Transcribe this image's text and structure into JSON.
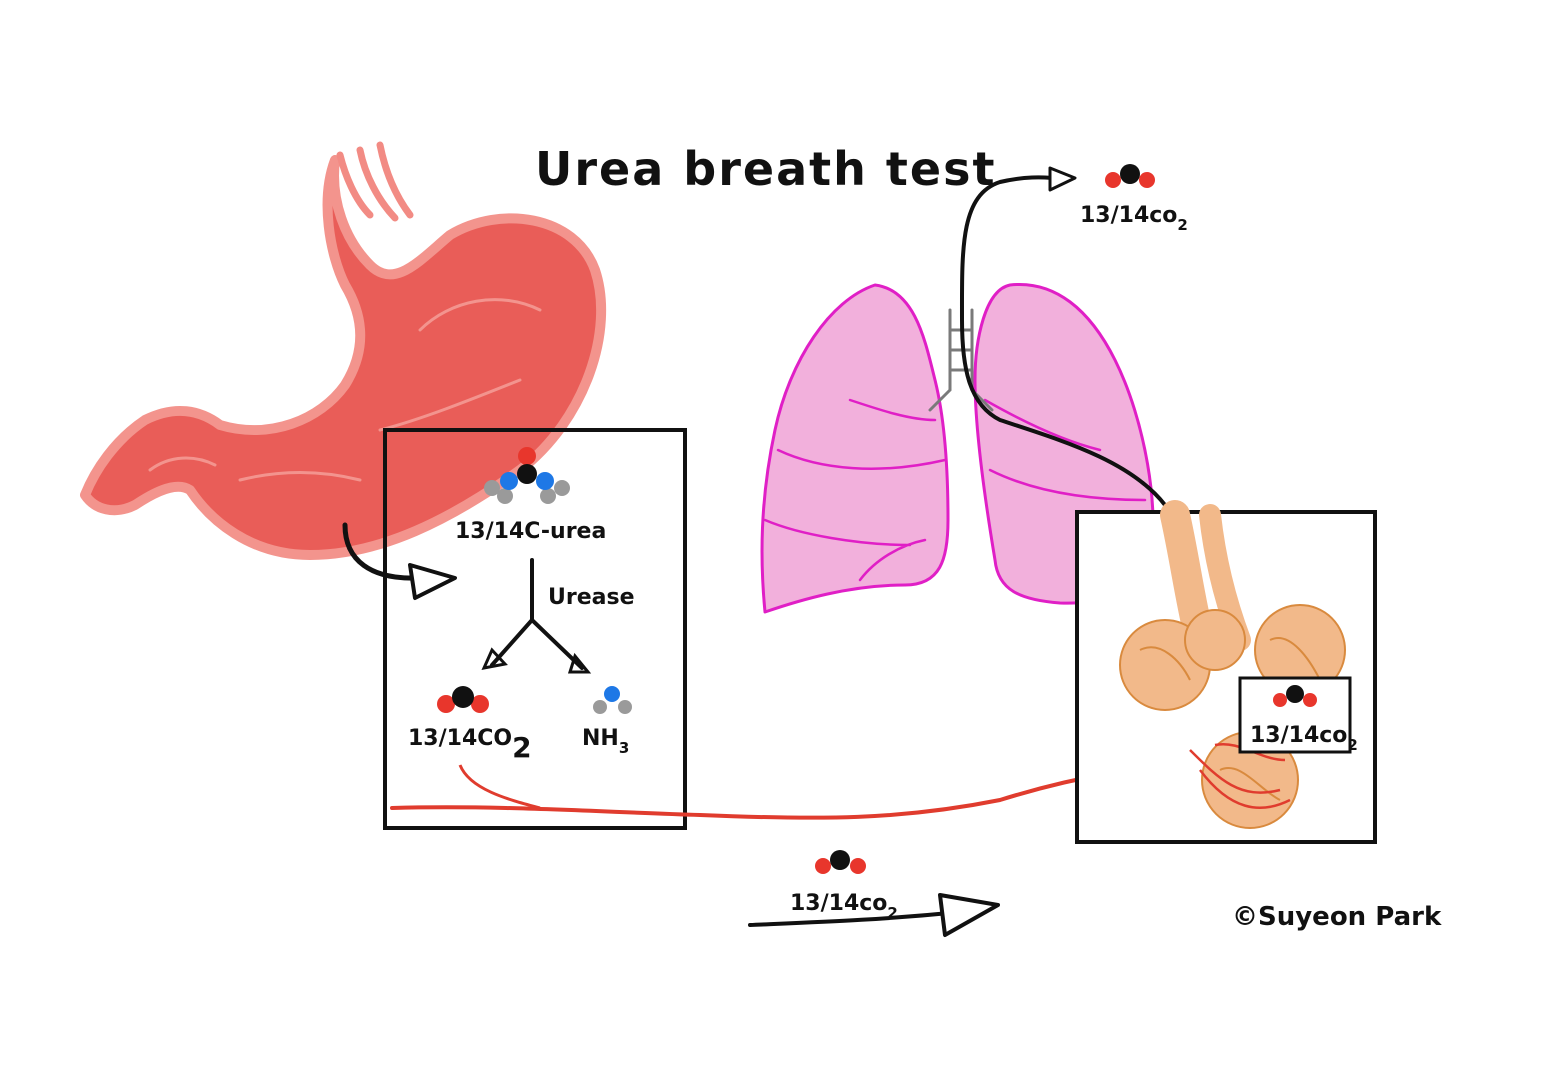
{
  "title": "Urea breath test",
  "stomach_box": {
    "urea_label": "13/14C-urea",
    "enzyme_label": "Urease",
    "co2_label": "13/14CO",
    "co2_sub": "2",
    "nh3_label": "NH",
    "nh3_sub": "3"
  },
  "alveoli_box": {
    "co2_label": "13/14co",
    "co2_sub": "2"
  },
  "blood_flow": {
    "co2_label": "13/14co",
    "co2_sub": "2"
  },
  "exhaled": {
    "co2_label": "13/14co",
    "co2_sub": "2"
  },
  "credit": "©Suyeon Park",
  "colors": {
    "stomach": "#e8504a",
    "stomach_light": "#f28b84",
    "lung_fill": "#f2b0dc",
    "lung_outline": "#e01fc6",
    "alveoli_fill": "#f2b98a",
    "alveoli_outline": "#d98a3e",
    "blood_vessel": "#e03c2e",
    "carbon": "#111111",
    "oxygen": "#e8362c",
    "nitrogen": "#1e78e6",
    "hydrogen": "#9a9a9a"
  },
  "icons": [
    "stomach-illustration",
    "lungs-illustration",
    "alveoli-illustration",
    "urea-molecule-icon",
    "co2-molecule-icon",
    "nh3-molecule-icon"
  ]
}
